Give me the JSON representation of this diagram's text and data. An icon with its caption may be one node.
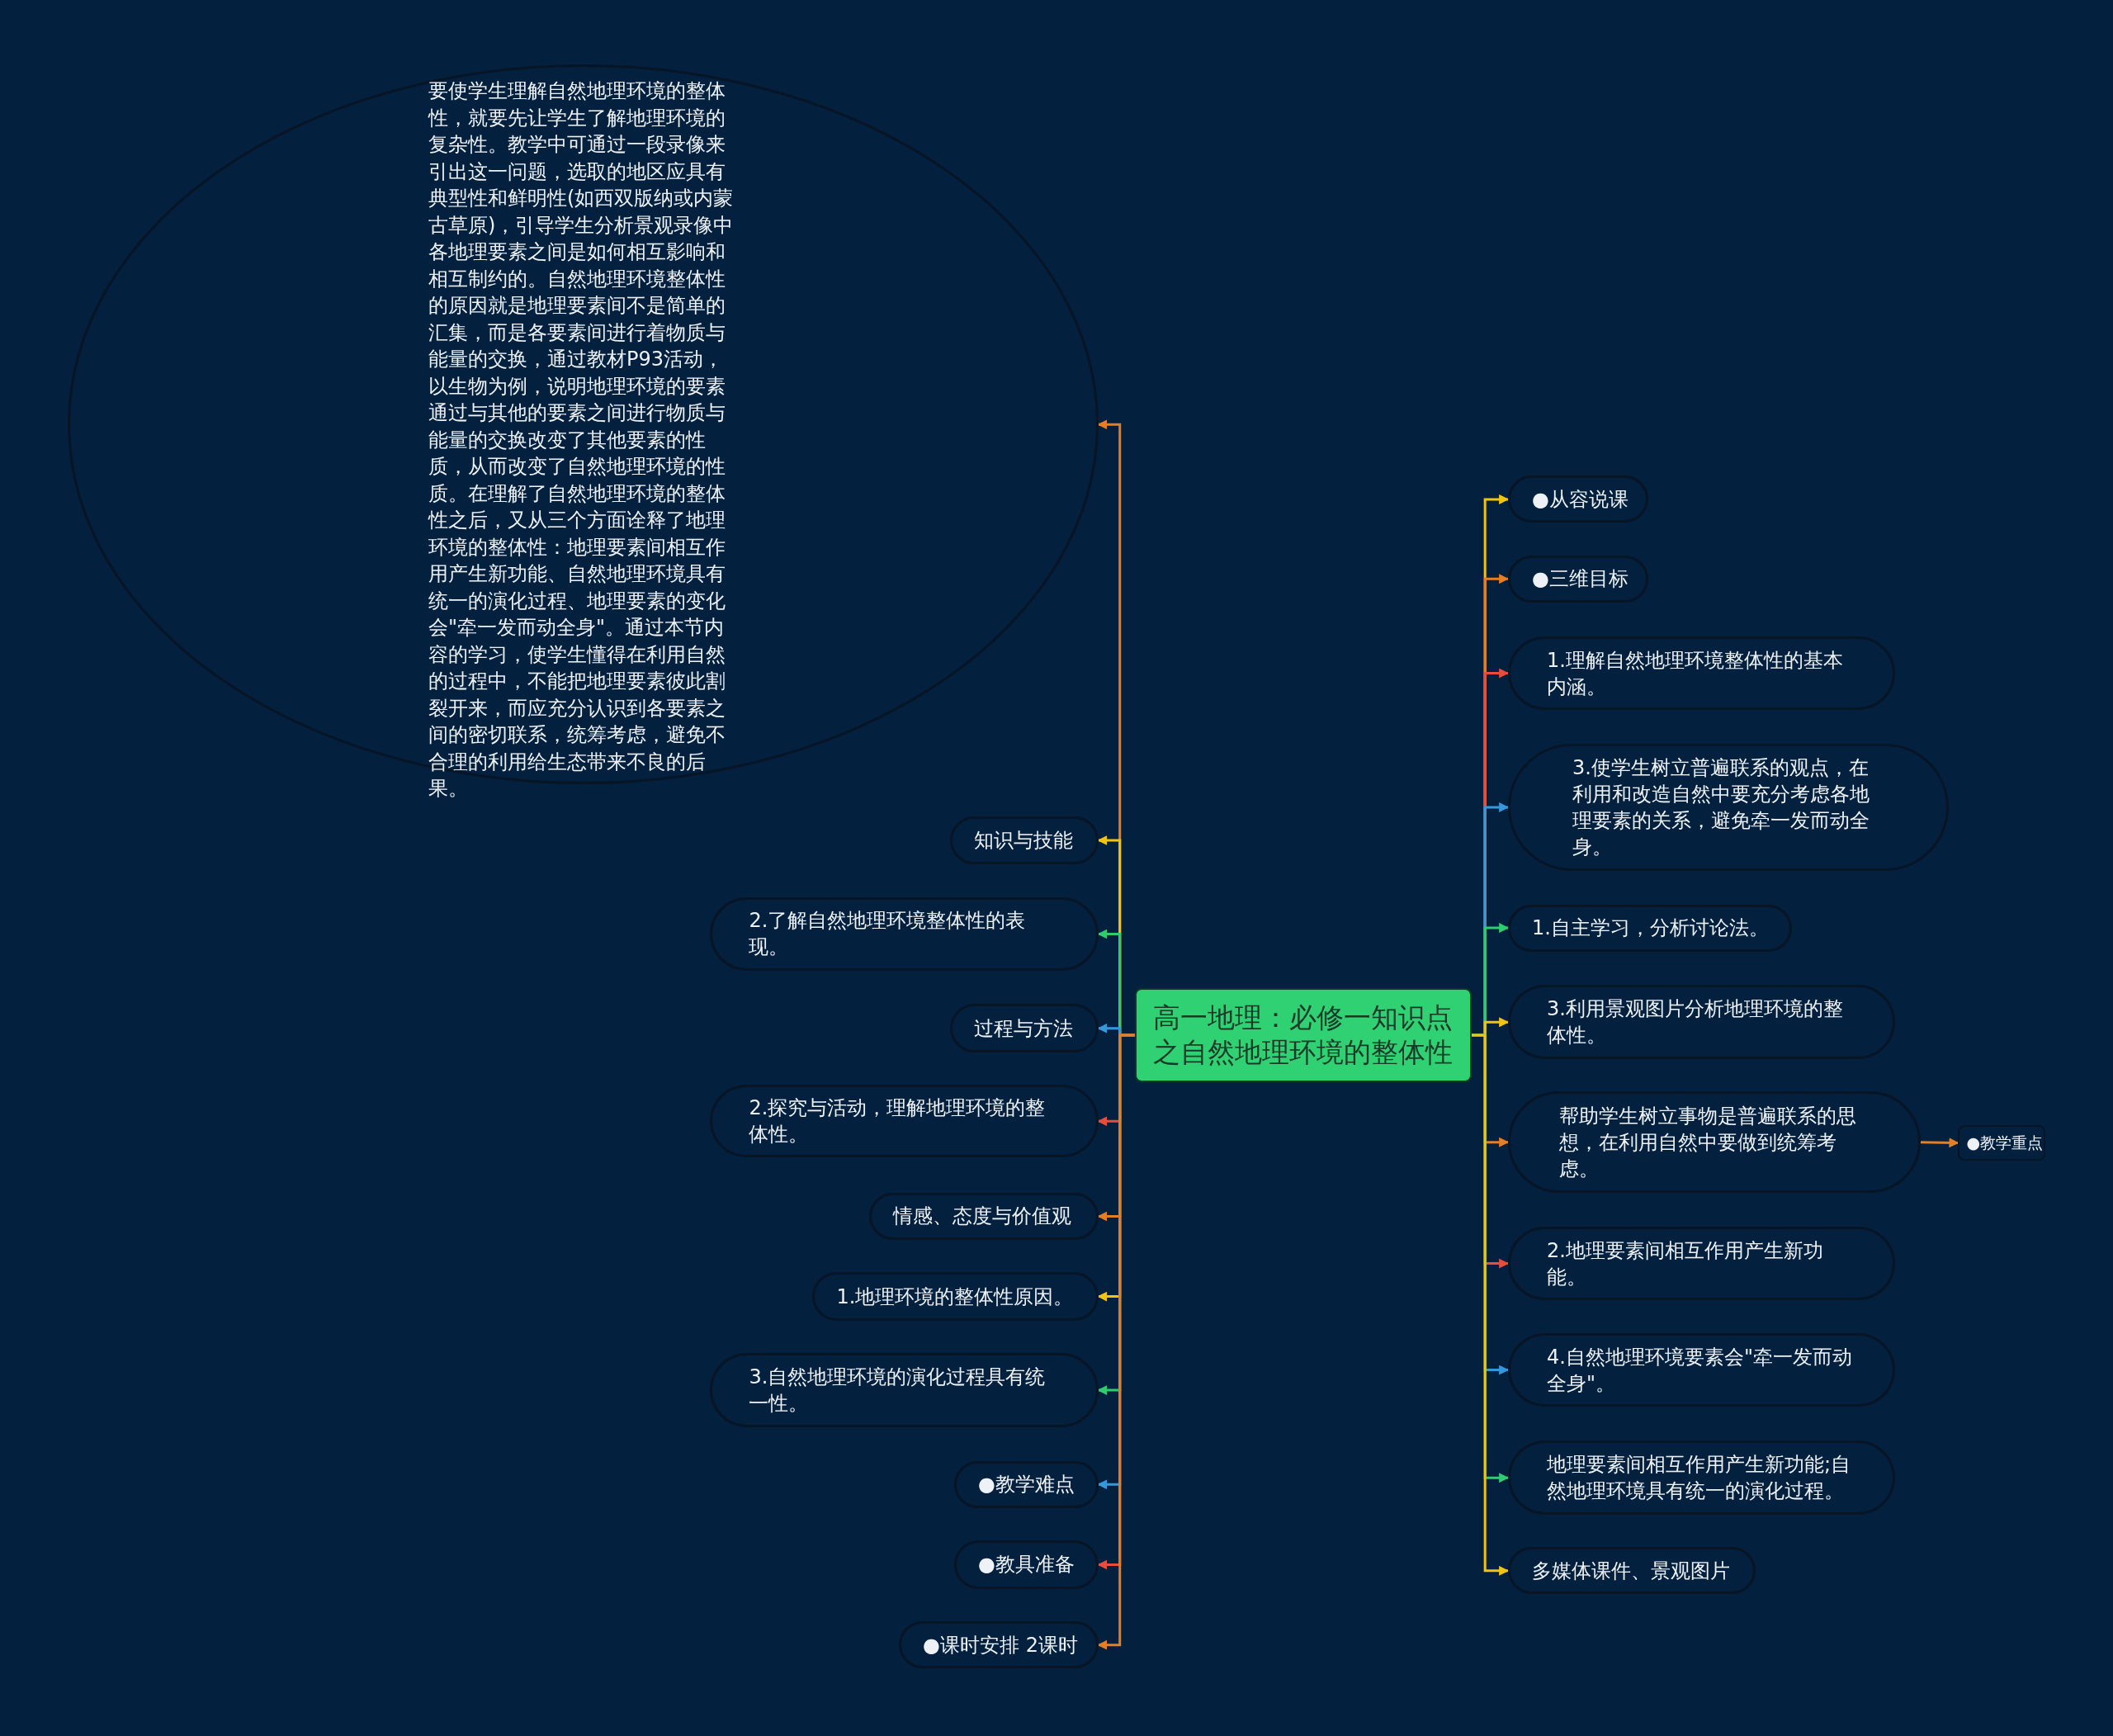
{
  "diagram": {
    "nodes": [
      {
        "text": [
          "高一地理：必修一知识点之自然地理环境的整体性"
        ]
      },
      {
        "text": [
          "要使学生理解自然地理环境的整体性，就要先让学生了解地理环境的复杂性。教学中可通过一段录像来引出这一问题，选取的地区应具有典型性和鲜明性(如西双版纳或内蒙古草原)，引导学生分析景观录像中各地理要素之间是如何相互影响和相互制约的。自然地理环境整体性的原因就是地理要素间不是简单的汇集，而是各要素间进行着物质与能量的交换，通过教材P93活动，以生物为例，说明地理环境的要素通过与其他的要素之间进行物质与能量的交换改变了其他要素的性质，从而改变了自然地理环境的性质。在理解了自然地理环境的整体性之后，又从三个方面诠释了地理环境的整体性：地理要素间相互作用产生新功能、自然地理环境具有统一的演化过程、地理要素的变化会\"牵一发而动全身\"。通过本节内容的学习，使学生懂得在利用自然的过程中，不能把地理要素彼此割裂开来，而应充分认识到各要素之间的密切联系，统筹考虑，避免不合理的利用给生态带来不良的后果。"
        ]
      },
      {
        "text": [
          "知识与技能"
        ]
      },
      {
        "text": [
          "2.了解自然地理环境整体性的表现。"
        ]
      },
      {
        "text": [
          "过程与方法"
        ]
      },
      {
        "text": [
          "2.探究与活动，理解地理环境的整体性。"
        ]
      },
      {
        "text": [
          "情感、态度与价值观"
        ]
      },
      {
        "text": [
          "1.地理环境的整体性原因。"
        ]
      },
      {
        "text": [
          "3.自然地理环境的演化过程具有统一性。"
        ]
      },
      {
        "text": [
          "●教学难点"
        ]
      },
      {
        "text": [
          "●教具准备"
        ]
      },
      {
        "text": [
          "●课时安排 2课时"
        ]
      },
      {
        "text": [
          "●从容说课"
        ]
      },
      {
        "text": [
          "●三维目标"
        ]
      },
      {
        "text": [
          "1.理解自然地理环境整体性的基本内涵。"
        ]
      },
      {
        "text": [
          "3.使学生树立普遍联系的观点，在利用和改造自然中要充分考虑各地理要素的关系，避免牵一发而动全身。"
        ]
      },
      {
        "text": [
          "1.自主学习，分析讨论法。"
        ]
      },
      {
        "text": [
          "3.利用景观图片分析地理环境的整体性。"
        ]
      },
      {
        "text": [
          "帮助学生树立事物是普遍联系的思想，在利用自然中要做到统筹考虑。"
        ]
      },
      {
        "text": [
          "●教学重点"
        ]
      },
      {
        "text": [
          "2.地理要素间相互作用产生新功能。"
        ]
      },
      {
        "text": [
          "4.自然地理环境要素会\"牵一发而动全身\"。"
        ]
      },
      {
        "text": [
          "地理要素间相互作用产生新功能;自然地理环境具有统一的演化过程。"
        ]
      },
      {
        "text": [
          "多媒体课件、景观图片"
        ]
      }
    ],
    "edges": [
      {
        "from": 0,
        "to": 1,
        "arrow": "to",
        "color": "#e67e22"
      },
      {
        "from": 0,
        "to": 2,
        "arrow": "to",
        "color": "#f1c40f"
      },
      {
        "from": 0,
        "to": 3,
        "arrow": "to",
        "color": "#2ecc71"
      },
      {
        "from": 0,
        "to": 4,
        "arrow": "to",
        "color": "#3498db"
      },
      {
        "from": 0,
        "to": 5,
        "arrow": "to",
        "color": "#e74c3c"
      },
      {
        "from": 0,
        "to": 6,
        "arrow": "to",
        "color": "#e67e22"
      },
      {
        "from": 0,
        "to": 7,
        "arrow": "to",
        "color": "#f1c40f"
      },
      {
        "from": 0,
        "to": 8,
        "arrow": "to",
        "color": "#2ecc71"
      },
      {
        "from": 0,
        "to": 9,
        "arrow": "to",
        "color": "#3498db"
      },
      {
        "from": 0,
        "to": 10,
        "arrow": "to",
        "color": "#e74c3c"
      },
      {
        "from": 0,
        "to": 11,
        "arrow": "to",
        "color": "#e67e22"
      },
      {
        "from": 0,
        "to": 12,
        "arrow": "to",
        "color": "#f1c40f"
      },
      {
        "from": 0,
        "to": 13,
        "arrow": "to",
        "color": "#e67e22"
      },
      {
        "from": 0,
        "to": 14,
        "arrow": "to",
        "color": "#e74c3c"
      },
      {
        "from": 0,
        "to": 15,
        "arrow": "to",
        "color": "#3498db"
      },
      {
        "from": 0,
        "to": 16,
        "arrow": "to",
        "color": "#2ecc71"
      },
      {
        "from": 0,
        "to": 17,
        "arrow": "to",
        "color": "#f1c40f"
      },
      {
        "from": 0,
        "to": 18,
        "arrow": "to",
        "color": "#e67e22"
      },
      {
        "from": 18,
        "to": 19,
        "arrow": "to",
        "color": "#e67e22"
      },
      {
        "from": 0,
        "to": 20,
        "arrow": "to",
        "color": "#e74c3c"
      },
      {
        "from": 0,
        "to": 21,
        "arrow": "to",
        "color": "#3498db"
      },
      {
        "from": 0,
        "to": 22,
        "arrow": "to",
        "color": "#2ecc71"
      },
      {
        "from": 0,
        "to": 23,
        "arrow": "to",
        "color": "#f1c40f"
      }
    ]
  }
}
